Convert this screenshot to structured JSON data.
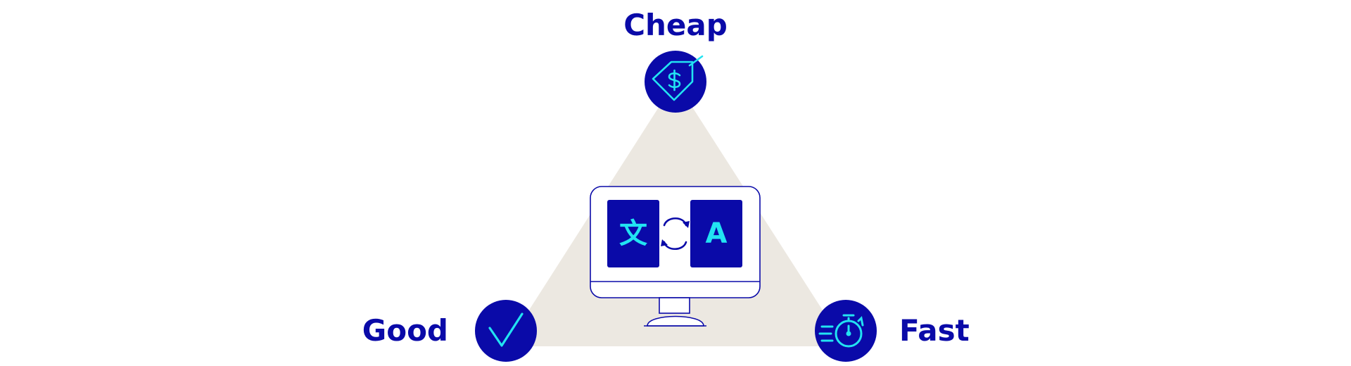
{
  "labels": {
    "top": "Cheap",
    "left": "Good",
    "right": "Fast"
  },
  "screen": {
    "source_glyph": "文",
    "target_glyph": "A"
  },
  "icons": {
    "top": "price-tag-icon",
    "left": "checkmark-icon",
    "right": "stopwatch-icon",
    "center": "monitor-icon",
    "swap": "swap-arrows-icon"
  },
  "colors": {
    "primary": "#0a0aa8",
    "accent": "#22e3f2",
    "triangle_fill": "#ece8e1",
    "background": "#ffffff"
  }
}
